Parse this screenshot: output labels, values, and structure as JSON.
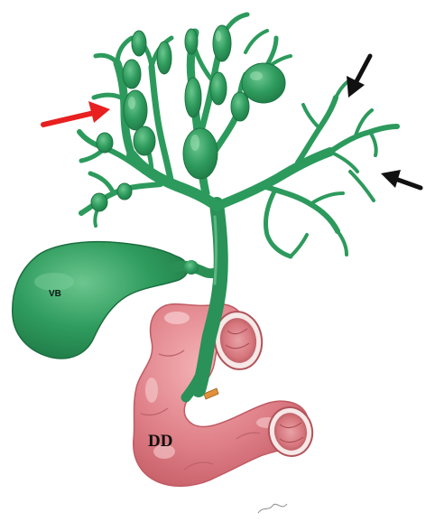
{
  "labels": {
    "gallbladder": "VB",
    "duodenum": "DD"
  },
  "colors": {
    "biliary_green": "#2c9a5c",
    "biliary_green_dark": "#1c7a44",
    "biliary_highlight": "#8fd6a8",
    "duodenum_pink": "#e0848a",
    "duodenum_dark": "#c45e66",
    "duodenum_highlight": "#f6c2c4",
    "arrow_red": "#e82020",
    "arrow_black": "#111111"
  },
  "arrows": [
    {
      "name": "red-arrow",
      "color": "red"
    },
    {
      "name": "black-arrow-upper",
      "color": "black"
    },
    {
      "name": "black-arrow-lower",
      "color": "black"
    }
  ]
}
